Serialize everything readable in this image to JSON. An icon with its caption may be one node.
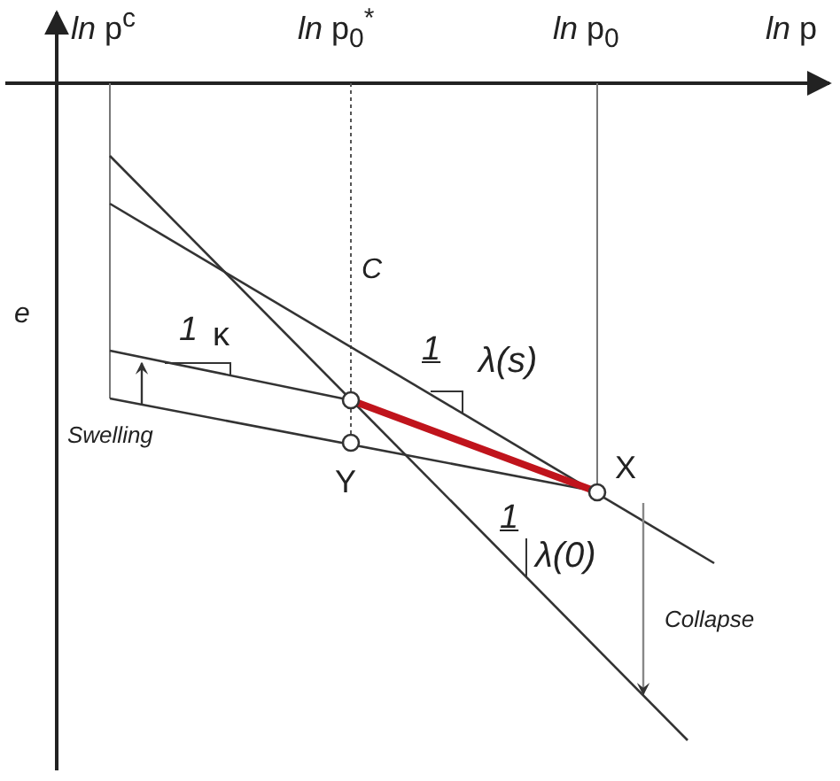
{
  "diagram": {
    "labels": [
      "*ln* p$^{c}$",
      "*ln* p$_{0}$$^{*}$",
      "*ln* p$_{0}$",
      "*ln* p",
      "C",
      "e",
      "1",
      "κ",
      "1",
      "λ(s)",
      "Swelling",
      "Y",
      "X",
      "1",
      "λ(0)",
      "Collapse"
    ]
  }
}
